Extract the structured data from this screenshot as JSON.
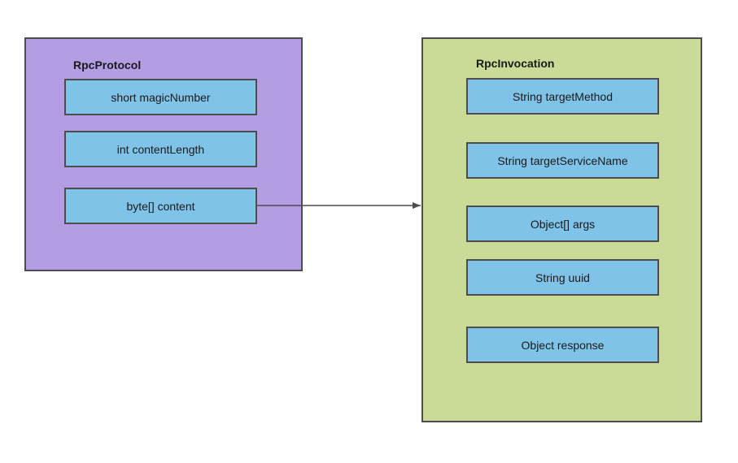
{
  "protocol": {
    "title": "RpcProtocol",
    "fields": [
      "short magicNumber",
      "int contentLength",
      "byte[] content"
    ]
  },
  "invocation": {
    "title": "RpcInvocation",
    "fields": [
      "String targetMethod",
      "String targetServiceName",
      "Object[] args",
      "String uuid",
      "Object response"
    ]
  },
  "colors": {
    "protocol_fill": "#b39de3",
    "invocation_fill": "#c9db96",
    "field_fill": "#80c3e8",
    "stroke": "#4d4d4d"
  }
}
